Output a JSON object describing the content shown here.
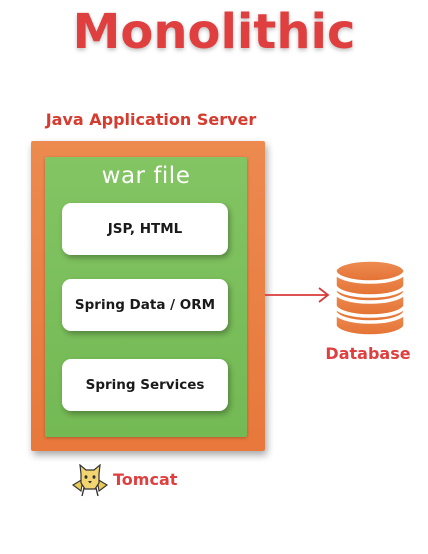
{
  "title": "Monolithic",
  "server": {
    "label": "Java Application Server"
  },
  "war": {
    "label": "war file",
    "layers": [
      "JSP, HTML",
      "Spring Data / ORM",
      "Spring Services"
    ]
  },
  "database": {
    "label": "Database",
    "icon": "database-icon"
  },
  "container": {
    "label": "Tomcat",
    "icon": "tomcat-cat-icon"
  },
  "colors": {
    "title": "#df3f3f",
    "server_box": "#e8783b",
    "war_box": "#77bb58",
    "arrow": "#d93a3a",
    "database_icon": "#e8783b"
  }
}
